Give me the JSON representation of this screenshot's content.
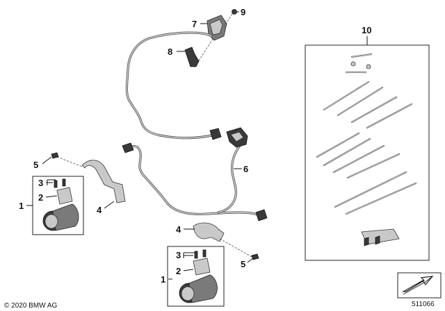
{
  "callouts": {
    "c1_left": "1",
    "c2_left": "2",
    "c3_left": "3",
    "c4_left": "4",
    "c5_left": "5",
    "c6": "6",
    "c7": "7",
    "c8": "8",
    "c9": "9",
    "c10": "10",
    "c1_bottom": "1",
    "c2_bottom": "2",
    "c3_bottom": "3",
    "c4_bottom": "4",
    "c5_bottom": "5"
  },
  "footer": {
    "copyright": "© 2020 BMW AG",
    "diagram_number": "511066"
  }
}
